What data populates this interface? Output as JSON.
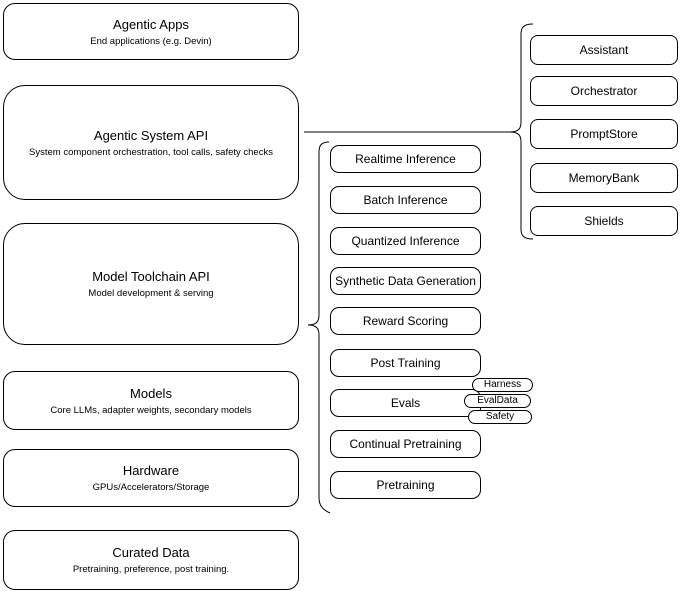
{
  "layers": [
    {
      "title": "Agentic Apps",
      "subtitle": "End applications (e.g. Devin)"
    },
    {
      "title": "Agentic System API",
      "subtitle": "System component orchestration, tool calls, safety checks"
    },
    {
      "title": "Model Toolchain API",
      "subtitle": "Model development & serving"
    },
    {
      "title": "Models",
      "subtitle": "Core LLMs, adapter weights, secondary models"
    },
    {
      "title": "Hardware",
      "subtitle": "GPUs/Accelerators/Storage"
    },
    {
      "title": "Curated Data",
      "subtitle": "Pretraining, preference, post training."
    }
  ],
  "toolchain": {
    "items": [
      "Realtime Inference",
      "Batch Inference",
      "Quantized Inference",
      "Synthetic Data Generation",
      "Reward Scoring",
      "Post Training",
      "Evals",
      "Continual Pretraining",
      "Pretraining"
    ]
  },
  "evals_tags": [
    "Harness",
    "EvalData",
    "Safety"
  ],
  "system_components": [
    "Assistant",
    "Orchestrator",
    "PromptStore",
    "MemoryBank",
    "Shields"
  ],
  "colors": {
    "stroke": "#000000",
    "background": "#ffffff",
    "text": "#000000"
  }
}
